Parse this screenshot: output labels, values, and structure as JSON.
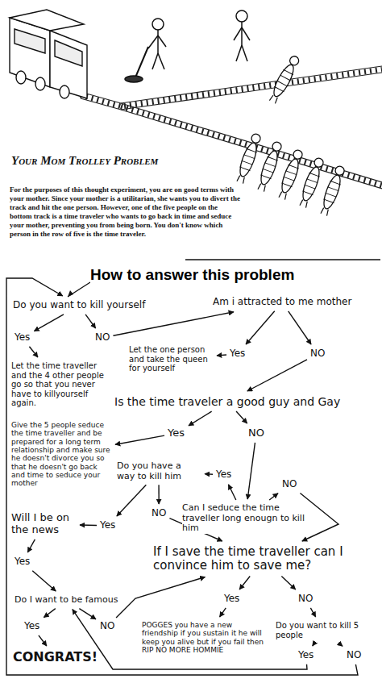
{
  "diagram": {
    "title": "How to answer this problem",
    "nodes": [
      {
        "text": [
          "Do you want to kill yourself"
        ]
      },
      {
        "text": [
          "NO"
        ]
      },
      {
        "text": [
          "Yes"
        ]
      },
      {
        "text": [
          "Am i attracted to me mother"
        ]
      },
      {
        "text": [
          "Let the time traveller and the 4 other people go so that you never have to killyourself again."
        ]
      },
      {
        "text": [
          "Let the one person and take the queen for yourself"
        ]
      },
      {
        "text": [
          "Yes"
        ]
      },
      {
        "text": [
          "NO"
        ]
      },
      {
        "text": [
          "Is the time traveler a good guy and Gay"
        ]
      },
      {
        "text": [
          "Give the 5 people seduce the time traveller and be prepared for a long term relationship and make sure he doesn't divorce you so that he doesn't go back and time to seduce your mother"
        ]
      },
      {
        "text": [
          "Yes"
        ]
      },
      {
        "text": [
          "NO"
        ]
      },
      {
        "text": [
          "Do you have a way to kill him"
        ]
      },
      {
        "text": [
          "Yes"
        ]
      },
      {
        "text": [
          "NO"
        ]
      },
      {
        "text": [
          "Can I seduce the time traveller long enougn to kill him"
        ]
      },
      {
        "text": [
          "Will I be on the news"
        ]
      },
      {
        "text": [
          "Yes"
        ]
      },
      {
        "text": [
          "NO"
        ]
      },
      {
        "text": [
          "If I save the time traveller can I convince him to save me?"
        ]
      },
      {
        "text": [
          "Yes"
        ]
      },
      {
        "text": [
          "Yes"
        ]
      },
      {
        "text": [
          "NO"
        ]
      },
      {
        "text": [
          "Do I want to be famous"
        ]
      },
      {
        "text": [
          "POGGES you have a new friendship if you sustain it he will keep you alive but if you fail then RIP NO MORE HOMMIE"
        ]
      },
      {
        "text": [
          "Do you want to kill 5 people"
        ]
      },
      {
        "text": [
          "Yes"
        ]
      },
      {
        "text": [
          "NO"
        ]
      },
      {
        "text": [
          "Yes"
        ]
      },
      {
        "text": [
          "NO"
        ]
      },
      {
        "text": [
          "CONGRATS!"
        ]
      }
    ],
    "edges": [
      {
        "from": 0,
        "to": 1,
        "arrow": "to"
      },
      {
        "from": 0,
        "to": 2,
        "arrow": "to"
      },
      {
        "from": 1,
        "to": 3,
        "arrow": "to"
      },
      {
        "from": 2,
        "to": 4,
        "arrow": "to"
      },
      {
        "from": 3,
        "to": 6,
        "arrow": "to"
      },
      {
        "from": 3,
        "to": 7,
        "arrow": "to"
      },
      {
        "from": 6,
        "to": 5,
        "arrow": "to"
      },
      {
        "from": 7,
        "to": 8,
        "arrow": "to"
      },
      {
        "from": 8,
        "to": 10,
        "arrow": "to"
      },
      {
        "from": 8,
        "to": 11,
        "arrow": "to"
      },
      {
        "from": 10,
        "to": 9,
        "arrow": "to"
      },
      {
        "from": 11,
        "to": 15,
        "arrow": "to"
      },
      {
        "from": 15,
        "to": 13,
        "arrow": "to"
      },
      {
        "from": 15,
        "to": 14,
        "arrow": "to"
      },
      {
        "from": 13,
        "to": 12,
        "arrow": "to"
      },
      {
        "from": 14,
        "to": 19,
        "arrow": "to"
      },
      {
        "from": 12,
        "to": 17,
        "arrow": "to"
      },
      {
        "from": 12,
        "to": 18,
        "arrow": "to"
      },
      {
        "from": 17,
        "to": 16,
        "arrow": "to"
      },
      {
        "from": 16,
        "to": 20,
        "arrow": "to"
      },
      {
        "from": 20,
        "to": 23,
        "arrow": "to"
      },
      {
        "from": 18,
        "to": 19,
        "arrow": "to"
      },
      {
        "from": 19,
        "to": 21,
        "arrow": "to"
      },
      {
        "from": 19,
        "to": 22,
        "arrow": "to"
      },
      {
        "from": 23,
        "to": 26,
        "arrow": "to"
      },
      {
        "from": 23,
        "to": 27,
        "arrow": "to"
      },
      {
        "from": 26,
        "to": 30,
        "arrow": "to"
      },
      {
        "from": 27,
        "to": 19,
        "arrow": "to"
      },
      {
        "from": 21,
        "to": 24,
        "arrow": "to"
      },
      {
        "from": 22,
        "to": 25,
        "arrow": "to"
      },
      {
        "from": 25,
        "to": 28,
        "arrow": "to"
      },
      {
        "from": 25,
        "to": 29,
        "arrow": "to"
      },
      {
        "from": 28,
        "to": 23,
        "arrow": "to"
      },
      {
        "from": 29,
        "to": 0,
        "arrow": "to"
      }
    ],
    "labels": [
      "Your Mom Trolley Problem",
      "For the purposes of this thought experiment, you are on good terms with your mother. Since your mother is a utilitarian, she wants you to divert the track and hit the one person. However, one of the five people on the bottom track is a time traveler who wants to go back in time and seduce your mother, preventing you from being born. You don't know which person in the row of five is the time traveler."
    ]
  }
}
